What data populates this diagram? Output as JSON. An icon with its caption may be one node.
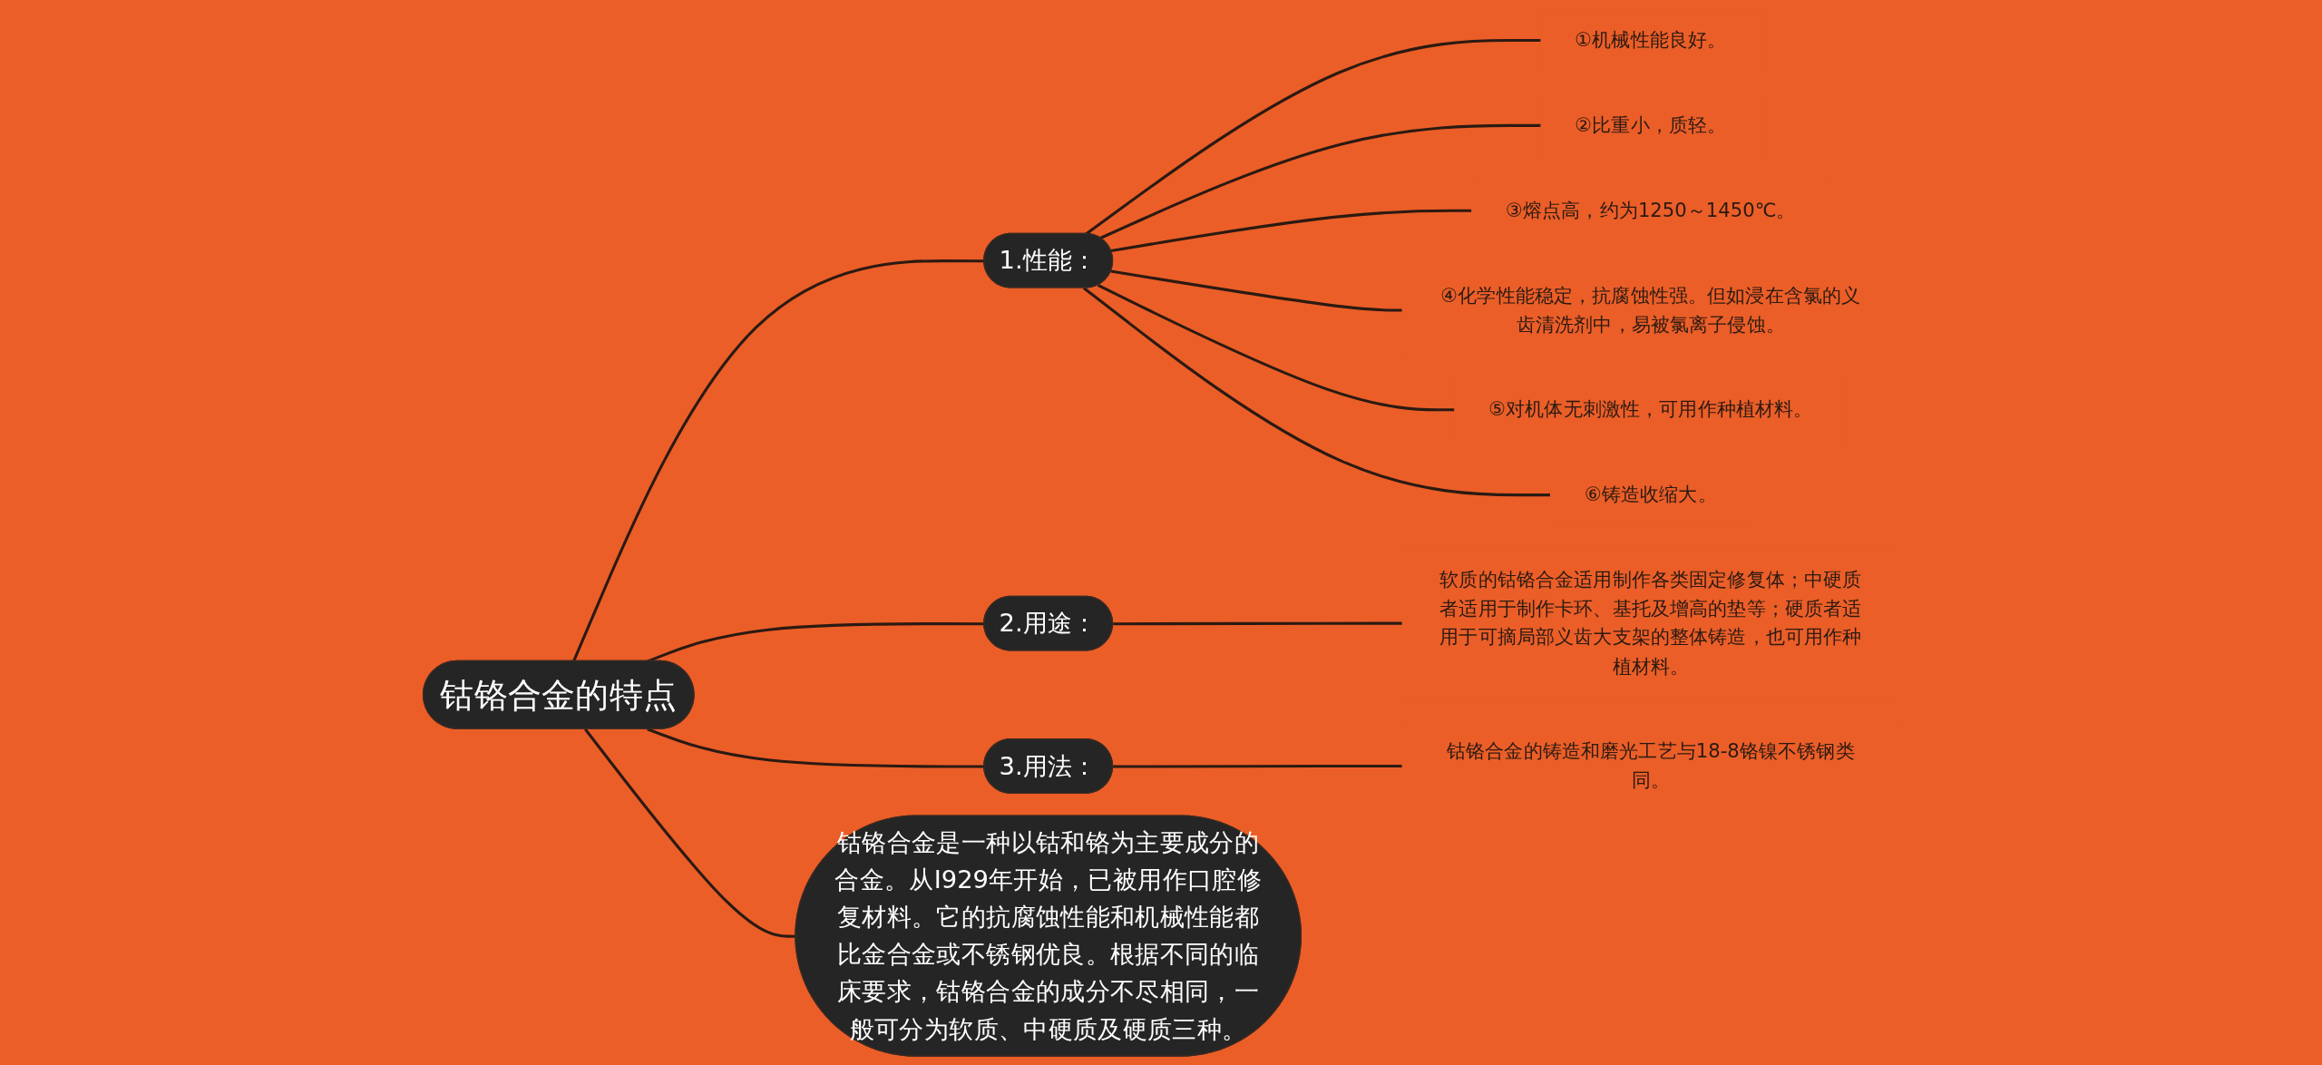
{
  "diagram": {
    "nodes": [
      {
        "text": [
          "钴铬合金的特点"
        ]
      },
      {
        "text": [
          "1.性能："
        ]
      },
      {
        "text": [
          "①机械性能良好。"
        ]
      },
      {
        "text": [
          "②比重小，质轻。"
        ]
      },
      {
        "text": [
          "③熔点高，约为1250～1450℃。"
        ]
      },
      {
        "text": [
          "④化学性能稳定，抗腐蚀性强。但如浸在含氯的义齿清洗剂中，易被氯离子侵蚀。"
        ]
      },
      {
        "text": [
          "⑤对机体无刺激性，可用作种植材料。"
        ]
      },
      {
        "text": [
          "⑥铸造收缩大。"
        ]
      },
      {
        "text": [
          "钴铬合金是一种以钴和铬为主要成分的合金。从I929年开始，已被用作口腔修复材料。它的抗腐蚀性能和机械性能都比金合金或不锈钢优良。根据不同的临床要求，钴铬合金的成分不尽相同，一般可分为软质、中硬质及硬质三种。"
        ]
      },
      {
        "text": [
          "2.用途："
        ]
      },
      {
        "text": [
          "软质的钴铬合金适用制作各类固定修复体；中硬质者适用于制作卡环、基托及增高的垫等；硬质者适用于可摘局部义齿大支架的整体铸造，也可用作种植材料。"
        ]
      },
      {
        "text": [
          "3.用法："
        ]
      },
      {
        "text": [
          "钴铬合金的铸造和磨光工艺与18-8铬镍不锈钢类同。"
        ]
      }
    ],
    "edges": [
      {
        "from": 0,
        "to": 1,
        "arrow": "none"
      },
      {
        "from": 1,
        "to": 2,
        "arrow": "none"
      },
      {
        "from": 1,
        "to": 3,
        "arrow": "none"
      },
      {
        "from": 1,
        "to": 4,
        "arrow": "none"
      },
      {
        "from": 1,
        "to": 5,
        "arrow": "none"
      },
      {
        "from": 1,
        "to": 6,
        "arrow": "none"
      },
      {
        "from": 1,
        "to": 7,
        "arrow": "none"
      },
      {
        "from": 0,
        "to": 8,
        "arrow": "none"
      },
      {
        "from": 0,
        "to": 9,
        "arrow": "none"
      },
      {
        "from": 9,
        "to": 10,
        "arrow": "none"
      },
      {
        "from": 0,
        "to": 11,
        "arrow": "none"
      },
      {
        "from": 11,
        "to": 12,
        "arrow": "none"
      }
    ]
  }
}
